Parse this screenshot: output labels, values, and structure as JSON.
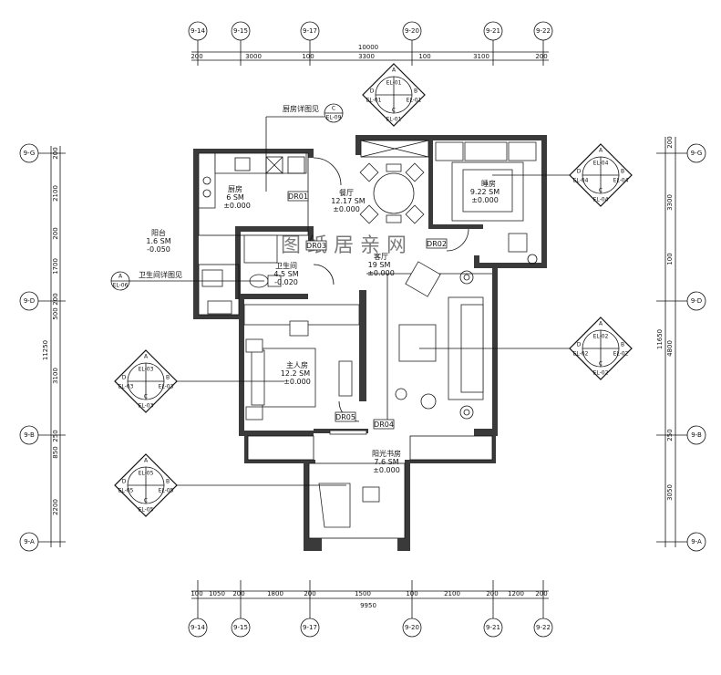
{
  "axes_top": [
    "9-14",
    "9-15",
    "9-17",
    "9-20",
    "9-21",
    "9-22"
  ],
  "axes_bottom": [
    "9-14",
    "9-15",
    "9-17",
    "9-20",
    "9-21",
    "9-22"
  ],
  "axes_left": [
    "9-G",
    "9-D",
    "9-B",
    "9-A"
  ],
  "axes_right": [
    "9-G",
    "9-D",
    "9-B",
    "9-A"
  ],
  "dims_top_total": "10000",
  "dims_top": [
    "200",
    "3000",
    "100",
    "3300",
    "100",
    "3100",
    "200"
  ],
  "dims_bottom_total": "9950",
  "dims_bottom": [
    "100",
    "1050",
    "200",
    "1800",
    "200",
    "1500",
    "100",
    "2100",
    "200",
    "1200",
    "200"
  ],
  "dims_left": [
    "200",
    "2100",
    "200",
    "1700",
    "200",
    "500",
    "3100",
    "250",
    "850",
    "2200"
  ],
  "dims_left_total": "11250",
  "dims_right": [
    "200",
    "3300",
    "100",
    "4800",
    "250",
    "3050"
  ],
  "dims_right_total": "11650",
  "rooms": {
    "kitchen": {
      "name": "厨房",
      "area": "6 SM",
      "level": "±0.000"
    },
    "dining": {
      "name": "餐厅",
      "area": "12.17 SM",
      "level": "±0.000"
    },
    "bedroom": {
      "name": "睡房",
      "area": "9.22 SM",
      "level": "±0.000"
    },
    "balcony": {
      "name": "阳台",
      "area": "1.6 SM",
      "level": "-0.050"
    },
    "bath": {
      "name": "卫生间",
      "area": "4.5 SM",
      "level": "-0.020"
    },
    "living": {
      "name": "客厅",
      "area": "19 SM",
      "level": "±0.000"
    },
    "master": {
      "name": "主人房",
      "area": "12.2 SM",
      "level": "±0.000"
    },
    "study": {
      "name": "阳光书房",
      "area": "7.6 SM",
      "level": "±0.000"
    }
  },
  "doors": [
    "DR01",
    "DR02",
    "DR03",
    "DR04",
    "DR05"
  ],
  "notes": {
    "kitchen_detail": "厨房详图见",
    "bath_detail": "卫生间详图见"
  },
  "callouts": {
    "kitchen_tag": {
      "letter": "C",
      "code": "EL-09"
    },
    "bath_tag": {
      "letter": "A",
      "code": "EL-06"
    }
  },
  "elev_markers": [
    {
      "id": "el01",
      "a": "A",
      "b": "B",
      "c": "C",
      "d": "D",
      "code_a": "EL-01",
      "code_b": "EL-01",
      "code_c": "EL-01",
      "code_d": "EL-01"
    },
    {
      "id": "el04",
      "a": "A",
      "b": "B",
      "c": "C",
      "d": "D",
      "code_a": "EL-04",
      "code_b": "EL-04",
      "code_c": "EL-04",
      "code_d": "EL-04"
    },
    {
      "id": "el02",
      "a": "A",
      "b": "B",
      "c": "C",
      "d": "D",
      "code_a": "EL-02",
      "code_b": "EL-02",
      "code_c": "EL-02",
      "code_d": "EL-02"
    },
    {
      "id": "el03",
      "a": "A",
      "b": "B",
      "c": "C",
      "d": "D",
      "code_a": "EL-03",
      "code_b": "EL-03",
      "code_c": "EL-03",
      "code_d": "EL-03"
    },
    {
      "id": "el05",
      "a": "A",
      "b": "B",
      "c": "C",
      "d": "D",
      "code_a": "EL-05",
      "code_b": "EL-05",
      "code_c": "EL-05",
      "code_d": "EL-05"
    }
  ],
  "watermark": "图 纸 居 亲 网"
}
